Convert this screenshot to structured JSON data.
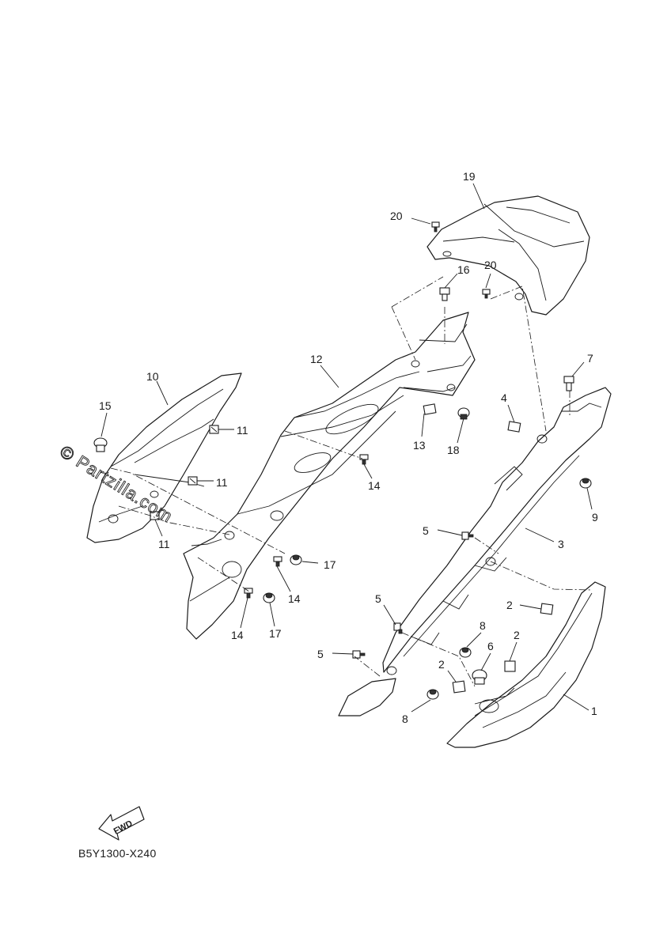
{
  "diagram": {
    "drawing_code": "B5Y1300-X240",
    "watermark": "© Partzilla.com",
    "direction_label": "FWD",
    "callouts": [
      {
        "label": "19"
      },
      {
        "label": "20"
      },
      {
        "label": "20"
      },
      {
        "label": "16"
      },
      {
        "label": "12"
      },
      {
        "label": "10"
      },
      {
        "label": "15"
      },
      {
        "label": "11"
      },
      {
        "label": "11"
      },
      {
        "label": "11"
      },
      {
        "label": "13"
      },
      {
        "label": "18"
      },
      {
        "label": "14"
      },
      {
        "label": "14"
      },
      {
        "label": "14"
      },
      {
        "label": "17"
      },
      {
        "label": "17"
      },
      {
        "label": "7"
      },
      {
        "label": "4"
      },
      {
        "label": "9"
      },
      {
        "label": "3"
      },
      {
        "label": "5"
      },
      {
        "label": "5"
      },
      {
        "label": "5"
      },
      {
        "label": "2"
      },
      {
        "label": "2"
      },
      {
        "label": "2"
      },
      {
        "label": "8"
      },
      {
        "label": "8"
      },
      {
        "label": "6"
      },
      {
        "label": "1"
      }
    ]
  }
}
